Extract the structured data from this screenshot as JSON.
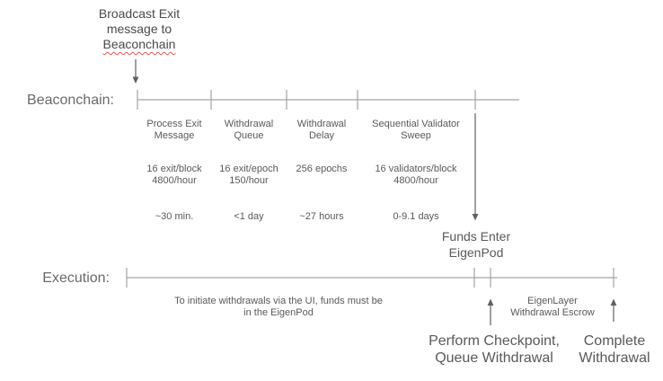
{
  "colors": {
    "background": "#ffffff",
    "line": "#a3a3a3",
    "arrow": "#606060",
    "text_dark": "#4a4a4a",
    "text": "#595959",
    "label": "#6a6a6a",
    "squiggle": "#e8564f"
  },
  "broadcast_note": {
    "line1": "Broadcast Exit",
    "line2": "message to",
    "line3": "Beaconchain"
  },
  "beaconchain": {
    "label": "Beaconchain:",
    "columns": [
      {
        "title": "Process Exit\nMessage",
        "rate": "16 exit/block\n4800/hour",
        "duration": "~30 min."
      },
      {
        "title": "Withdrawal\nQueue",
        "rate": "16 exit/epoch\n150/hour",
        "duration": "<1 day"
      },
      {
        "title": "Withdrawal\nDelay",
        "rate": "256 epochs",
        "duration": "~27 hours"
      },
      {
        "title": "Sequential Validator\nSweep",
        "rate": "16 validators/block\n4800/hour",
        "duration": "0-9.1 days"
      }
    ]
  },
  "funds_enter_label": "Funds Enter\nEigenPod",
  "execution": {
    "label": "Execution:",
    "initiate_note": "To initiate withdrawals via the UI, funds must be\nin the EigenPod",
    "escrow_label": "EigenLayer\nWithdrawal Escrow",
    "checkpoint_label": "Perform Checkpoint,\nQueue Withdrawal",
    "complete_label": "Complete\nWithdrawal"
  }
}
